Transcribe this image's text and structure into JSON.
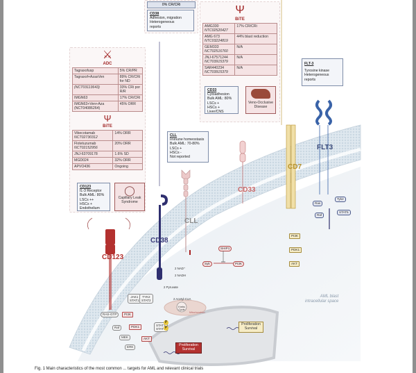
{
  "adc_panel": {
    "title": "ADC",
    "rows": [
      {
        "drug": "Tagraxofusp",
        "result": "5% CR/PR"
      },
      {
        "drug": "Tagraxof+AzaxVen",
        "result": "89% CR/CRi for ND"
      },
      {
        "drug": "(NCT03113643)",
        "result": "33% CRi por R/R"
      },
      {
        "drug": "IMGN63",
        "result": "17% CR/CRi"
      },
      {
        "drug": "IMGN63+Ven+Aza (NCT04086264)",
        "result": "45% ORR"
      }
    ]
  },
  "cd123_bite_panel": {
    "title": "BiTE",
    "rows": [
      {
        "drug": "Vibecotamab",
        "nct": "NCT02730312",
        "result": "14% ORR"
      },
      {
        "drug": "Flotetuzumab",
        "nct": "NCT02152956",
        "result": "20% ORR"
      },
      {
        "drug": "JNJ-63709178",
        "nct": "",
        "result": "1.6% SD"
      },
      {
        "drug": "MGD024",
        "nct": "",
        "result": "32% ORR"
      },
      {
        "drug": "APVO436",
        "nct": "",
        "result": "Ongoing"
      }
    ],
    "info": {
      "title": "CD123",
      "lines": [
        "IL-3 Receptor",
        "Bulk AML: 80%",
        "LSCs ++",
        "HSCs +",
        "Endothelium"
      ]
    },
    "toxicity": {
      "label": "Capillary Leak Syndrome",
      "icon": "capillary-icon"
    }
  },
  "cd38_panel": {
    "result_row": "0% CR/CRi",
    "info": {
      "title": "CD38",
      "lines": [
        "Adhesion, migration",
        "Heterogeneous",
        "reports"
      ]
    }
  },
  "cd33_bite_panel": {
    "title": "BiTE",
    "rows": [
      {
        "drug": "AMG330",
        "nct": "NTC02520427",
        "result": "17% CR/CRi"
      },
      {
        "drug": "AMG 673",
        "nct": "NTC03224819",
        "result": "44% blast reduction"
      },
      {
        "drug": "GEM333",
        "nct": "NCT02516760",
        "result": "N/A"
      },
      {
        "drug": "JNJ-67571244",
        "nct": "NCT03915379",
        "result": "N/A"
      },
      {
        "drug": "SAR440234",
        "nct": "NCT03915379",
        "result": "N/A"
      }
    ],
    "info": {
      "title": "CD33",
      "lines": [
        "Cytoadhesion",
        "Bulk AML: 80%",
        "LSCs +",
        "HSCs +",
        "Liver/CNS"
      ]
    },
    "toxicity": {
      "label": "Veno-Occlusive Disease",
      "icon": "liver-icon"
    }
  },
  "cll_info": {
    "title": "CLL",
    "lines": [
      "Immune homeostasis",
      "Bulk AML: 70-80%",
      "LSCs +",
      "HSCs -",
      "Not reported"
    ]
  },
  "flt3_info": {
    "title": "FLT-3",
    "lines": [
      "Tyrosine kinase",
      "Heterogeneous",
      "reports"
    ]
  },
  "receptors": {
    "cd123": "CD123",
    "cd38": "CD38",
    "cll": "CLL",
    "cd33": "CD33",
    "cd7": "CD7",
    "flt3": "FLT3"
  },
  "colors": {
    "cd123": "#b3312f",
    "cd38": "#2f2f6f",
    "cll": "#d4a0a0",
    "cd33": "#c96a6a",
    "cd7": "#b8922c",
    "flt3": "#3a4a7a"
  },
  "pathways": {
    "ras_gtp": "RAS-GTP",
    "raf": "Raf",
    "mek": "MEK",
    "erk": "ERK",
    "pi3k_left": "PI3K",
    "pdk1_left": "PDK1",
    "akt_left": "AKT",
    "jak1": "JAK1",
    "stat1a": "STAT1",
    "tyk2": "TYK2",
    "stat2": "STAT2",
    "stat1b": "STAT1",
    "stat1c": "STAT1",
    "phospho": "P",
    "nad": "2 NAD⁺",
    "nadh": "2 NADH",
    "pyruvate": "2 Pyruvate",
    "acetyl": "2 Acetyl-CoA",
    "krebs": "Krebs Cycle",
    "mito": "Mitochondrion",
    "ship1": "SHIP1",
    "syk": "Syk",
    "pi3k_mid": "PI3K",
    "pi3k_right": "PI3K",
    "pdk1_right": "PDK1",
    "akt_right": "AKT",
    "ras_right": "Ras",
    "raf_right": "Raf",
    "tyk2_right": "Tyk2",
    "stat5": "STAT5",
    "prolif_red": "Proliferation Survival",
    "prolif_yellow": "Proliferation Survival"
  },
  "space_label": [
    "AML blast",
    "intracellular space"
  ],
  "caption": "Fig. 1  Main characteristics of the most common ... targets for AML and relevant clinical trials"
}
